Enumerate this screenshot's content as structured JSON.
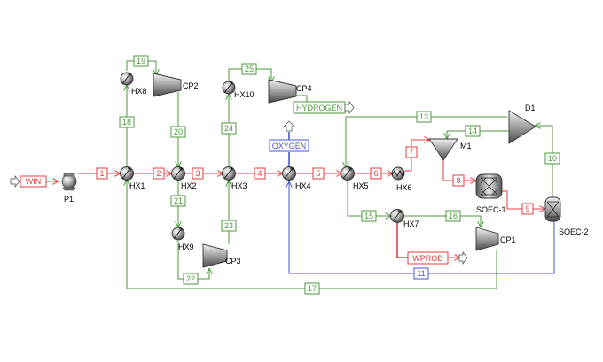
{
  "colors": {
    "green": "#4a9a3a",
    "red": "#e63c3c",
    "blue": "#4a55d0",
    "equipment": "#8a8a8a"
  },
  "equipment": {
    "P1": "P1",
    "HX1": "HX1",
    "HX2": "HX2",
    "HX3": "HX3",
    "HX4": "HX4",
    "HX5": "HX5",
    "HX6": "HX6",
    "HX7": "HX7",
    "HX8": "HX8",
    "HX9": "HX9",
    "HX10": "HX10",
    "CP1": "CP1",
    "CP2": "CP2",
    "CP3": "CP3",
    "CP4": "CP4",
    "M1": "M1",
    "D1": "D1",
    "SOEC1": "SOEC-1",
    "SOEC2": "SOEC-2"
  },
  "boundaries": {
    "win": "WIN",
    "oxygen": "OXYGEN",
    "hydrogen": "HYDROGEN",
    "wprod": "WPROD"
  },
  "streams": {
    "s1": "1",
    "s2": "2",
    "s3": "3",
    "s4": "4",
    "s5": "5",
    "s6": "6",
    "s7": "7",
    "s8": "8",
    "s9": "9",
    "s10": "10",
    "s11": "11",
    "s13": "13",
    "s14": "14",
    "s15": "15",
    "s16": "16",
    "s17": "17",
    "s18": "18",
    "s19": "19",
    "s20": "20",
    "s21": "21",
    "s22": "22",
    "s23": "23",
    "s24": "24",
    "s25": "25"
  }
}
